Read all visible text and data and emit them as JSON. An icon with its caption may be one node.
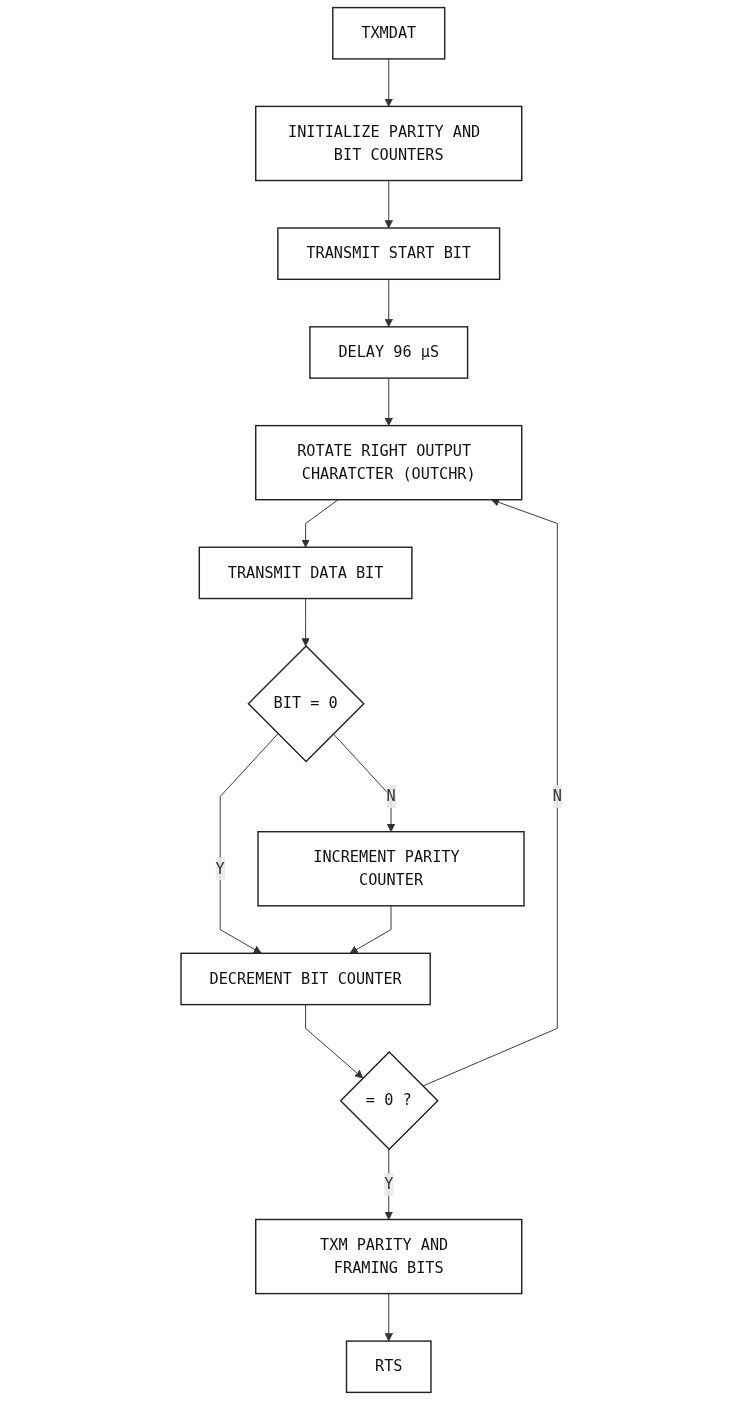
{
  "diagram": {
    "nodes": [
      {
        "text": [
          "TXMDAT"
        ]
      },
      {
        "text": [
          "INITIALIZE PARITY AND BIT COUNTERS"
        ]
      },
      {
        "text": [
          "TRANSMIT START BIT"
        ]
      },
      {
        "text": [
          "DELAY 96 µS"
        ]
      },
      {
        "text": [
          "ROTATE RIGHT OUTPUT CHARATCTER (OUTCHR)"
        ]
      },
      {
        "text": [
          "TRANSMIT DATA BIT"
        ]
      },
      {
        "text": [
          "BIT = 0"
        ]
      },
      {
        "text": [
          "INCREMENT PARITY COUNTER"
        ]
      },
      {
        "text": [
          "DECREMENT BIT COUNTER"
        ]
      },
      {
        "text": [
          "= 0 ?"
        ]
      },
      {
        "text": [
          "TXM PARITY AND FRAMING BITS"
        ]
      },
      {
        "text": [
          "RTS"
        ]
      }
    ],
    "edges": [
      {
        "from": 0,
        "to": 1,
        "arrow": "to"
      },
      {
        "from": 1,
        "to": 2,
        "arrow": "to"
      },
      {
        "from": 2,
        "to": 3,
        "arrow": "to"
      },
      {
        "from": 3,
        "to": 4,
        "arrow": "to"
      },
      {
        "from": 4,
        "to": 5,
        "arrow": "to"
      },
      {
        "from": 5,
        "to": 6,
        "arrow": "to"
      },
      {
        "from": 6,
        "to": 7,
        "label": "N",
        "arrow": "to"
      },
      {
        "from": 6,
        "to": 8,
        "label": "Y",
        "arrow": "to"
      },
      {
        "from": 7,
        "to": 8,
        "arrow": "to"
      },
      {
        "from": 8,
        "to": 9,
        "arrow": "to"
      },
      {
        "from": 9,
        "to": 4,
        "label": "N",
        "arrow": "to"
      },
      {
        "from": 9,
        "to": 10,
        "label": "Y",
        "arrow": "to"
      },
      {
        "from": 10,
        "to": 11,
        "arrow": "to"
      }
    ]
  }
}
